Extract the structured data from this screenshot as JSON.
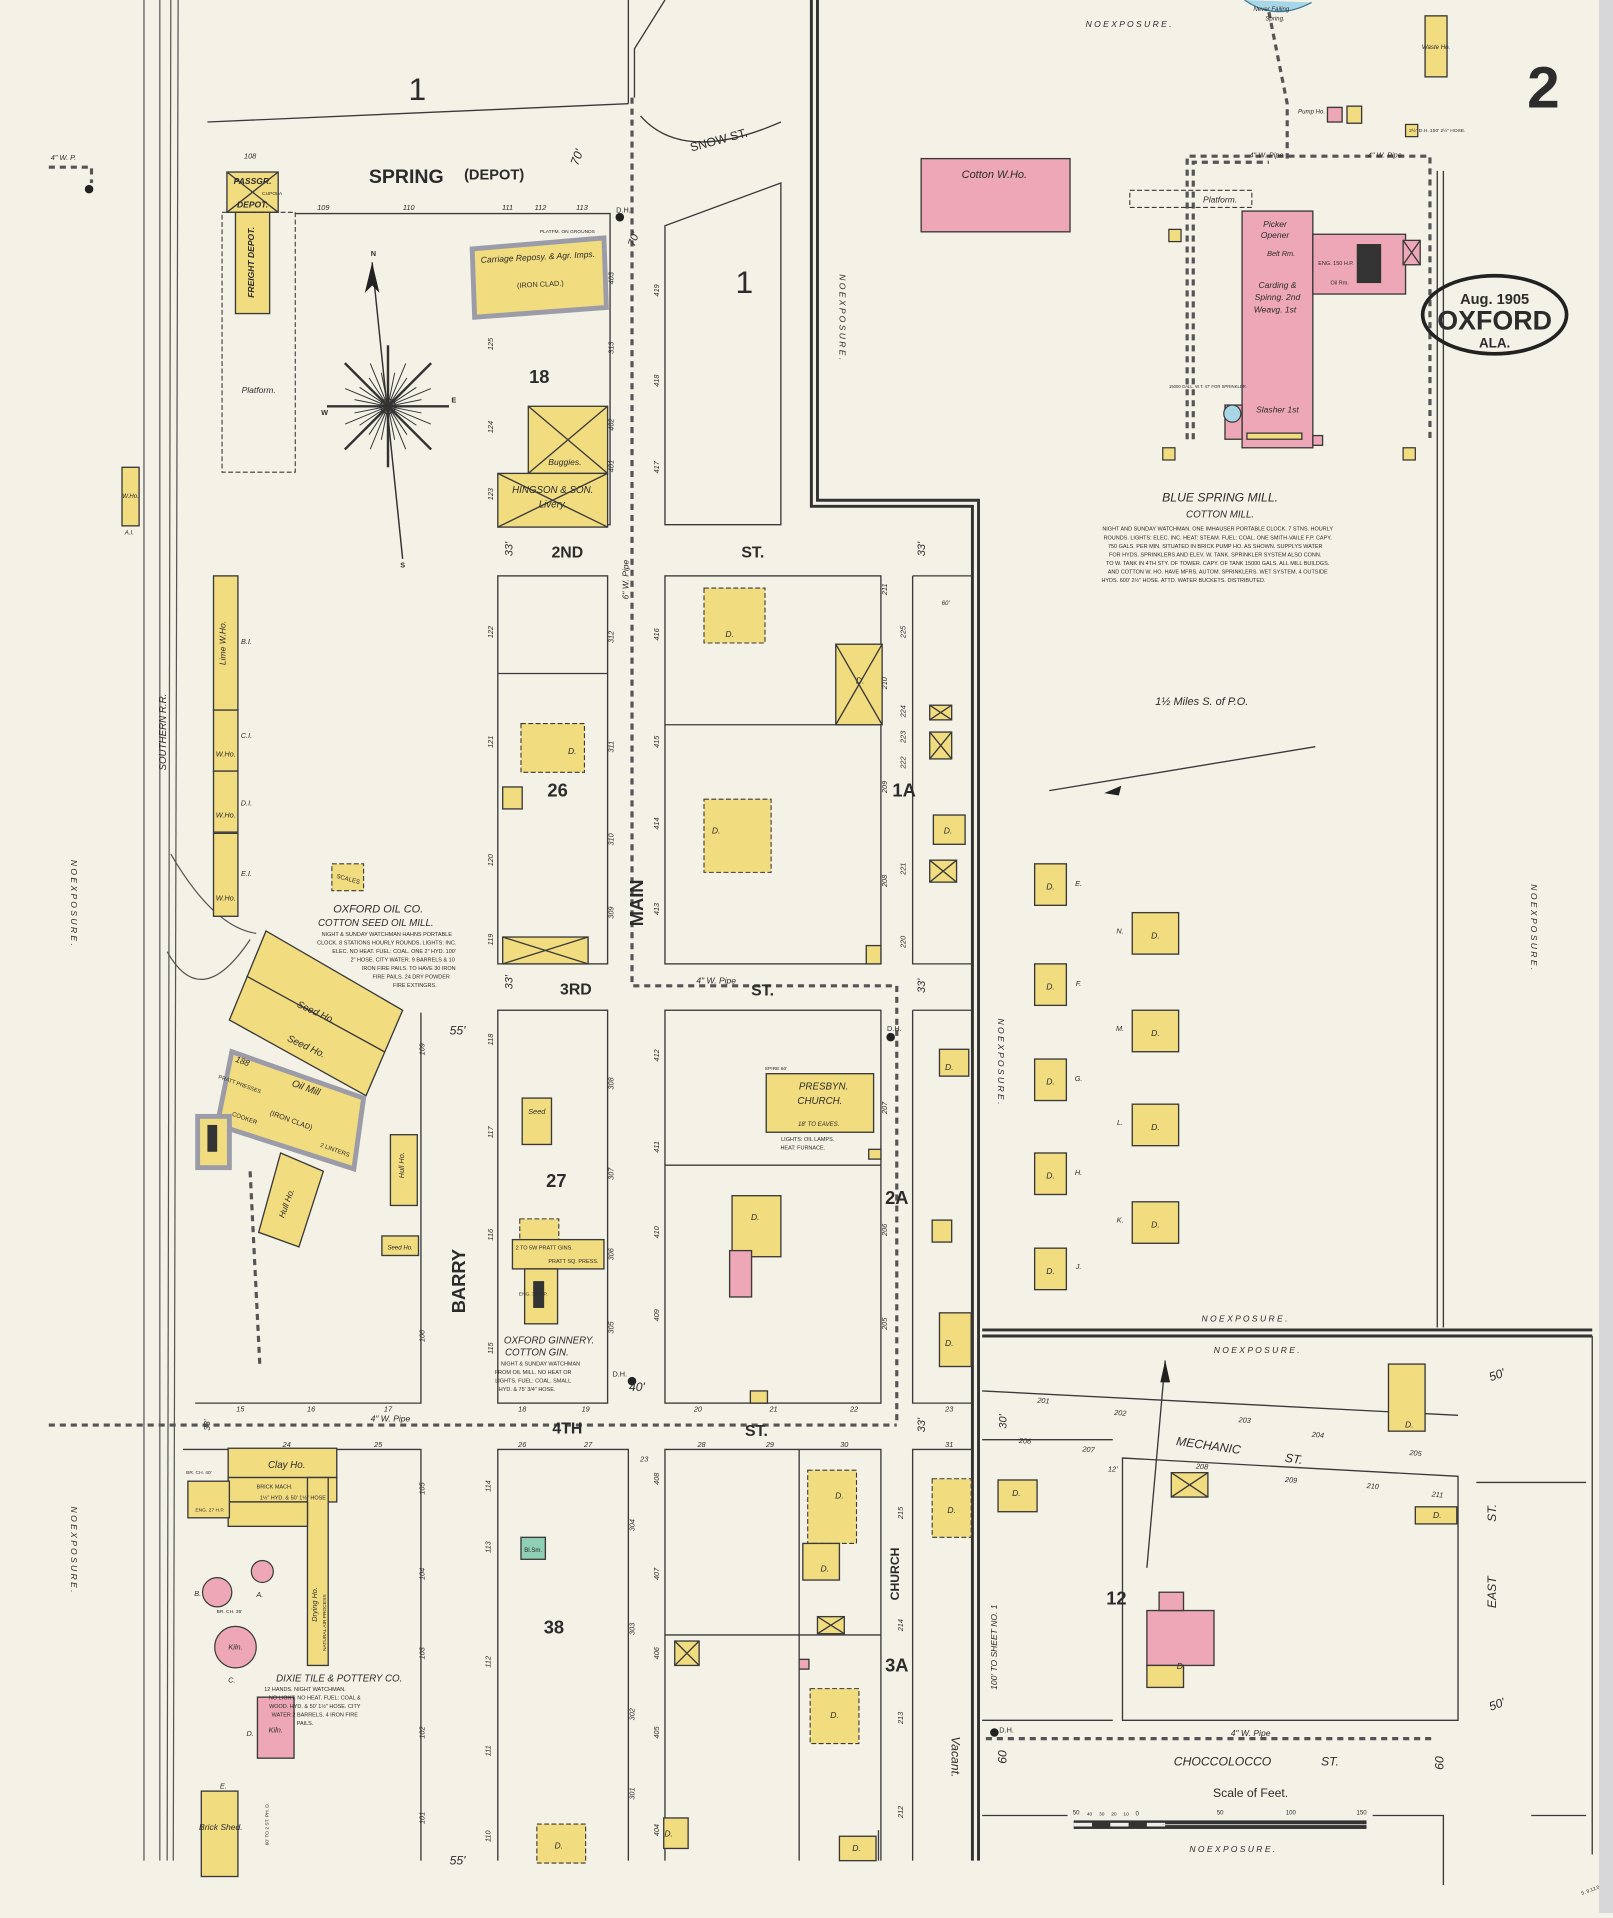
{
  "sheet_number": "2",
  "stamp": {
    "date": "Aug. 1905",
    "town": "OXFORD",
    "state": "ALA."
  },
  "colors": {
    "paper": "#f4f1e6",
    "frame": "#f2dc80",
    "brick": "#eda7b6",
    "iron_clad": "#9b9ca8",
    "water": "#a9d6e6",
    "stone": "#8fcfb5",
    "ink": "#2c2c2c"
  },
  "blocks": [
    "1",
    "1",
    "18",
    "26",
    "27",
    "38",
    "1A",
    "2A",
    "3A",
    "12"
  ],
  "streets": {
    "spring": "SPRING",
    "depot": "(DEPOT)",
    "snow": "SNOW ST.",
    "second": "2ND",
    "second_st": "ST.",
    "third": "3RD",
    "third_st": "ST.",
    "fourth": "4TH",
    "fourth_st": "ST.",
    "main": "MAIN",
    "barry": "BARRY",
    "church": "CHURCH",
    "mechanic": "MECHANIC",
    "mechanic_st": "ST.",
    "east": "EAST",
    "east_st": "ST.",
    "choccolocco": "CHOCCOLOCCO",
    "choccolocco_st": "ST.",
    "vacant": "Vacant.",
    "railroad": "SOUTHERN R.R."
  },
  "exposure": "N O   E X P O S U R E .",
  "to_sheet": "100' TO SHEET NO. 1",
  "distance_note": "1½ Miles S. of P.O.",
  "compass": {
    "n": "N",
    "e": "E",
    "s": "S",
    "w": "W"
  },
  "pipes": {
    "p4": "4\" W. Pipe",
    "p6": "6\" W. Pipe",
    "p4short": "4\" W. P."
  },
  "hydrant": "D.H.",
  "dwelling": "D.",
  "rowhouse_letters": [
    "E.",
    "F.",
    "G.",
    "H.",
    "J.",
    "N.",
    "M.",
    "L.",
    "K."
  ],
  "depot": {
    "passenger": "PASSGR.",
    "passenger2": "DEPOT.",
    "cupola": "CUPOLA",
    "freight": "FREIGHT DEPOT.",
    "platform": "Platform."
  },
  "carriage": {
    "name": "Carriage Reposy. & Agr. Imps.",
    "clad": "(IRON CLAD.)",
    "platform": "PLATFM. ON GROUNDS"
  },
  "livery": {
    "buggies": "Buggies.",
    "name": "HINGSON & SON.",
    "sub": "Livery."
  },
  "warehouses": {
    "w_ho": "W.Ho.",
    "lime": "Lime W.Ho.",
    "bi": "B.I.",
    "ci": "C.I.",
    "di": "D.I.",
    "ei": "E.I.",
    "a1": "A.I."
  },
  "oil_mill": {
    "scales": "SCALES",
    "name": "OXFORD OIL CO.",
    "type": "COTTON SEED OIL MILL.",
    "notes": [
      "NIGHT & SUNDAY WATCHMAN HAHNS PORTABLE",
      "CLOCK. 8 STATIONS HOURLY ROUNDS. LIGHTS: INC.",
      "ELEC. NO HEAT. FUEL: COAL. ONE 2\" HYD. 100'",
      "2\" HOSE. CITY WATER. 9 BARRELS & 10",
      "IRON FIRE PAILS. TO HAVE 30 IRON",
      "FIRE PAILS. 24 DRY POWDER",
      "FIRE EXTINGRS."
    ],
    "seed_ho": "Seed Ho.",
    "oil_mill": "Oil Mill",
    "clad": "(IRON CLAD)",
    "presses": "PRATT PRESSES",
    "cooker": "COOKER",
    "linters": "2 LINTERS",
    "hull_ho": "Hull Ho.",
    "seed_ho_small": "Seed Ho.",
    "count": "188"
  },
  "seed": "Seed",
  "ginnery": {
    "name": "OXFORD GINNERY.",
    "type": "COTTON GIN.",
    "gins": "2 TO 5W PRATT GINS.",
    "press": "PRATT SQ. PRESS.",
    "eng": "ENG. 30 H.P.",
    "notes": [
      "NIGHT & SUNDAY WATCHMAN",
      "FROM OIL MILL. NO HEAT OR",
      "LIGHTS. FUEL: COAL. SMALL",
      "HYD. & 75' 3/4\" HOSE."
    ]
  },
  "church": {
    "name": "PRESBYN.",
    "name2": "CHURCH.",
    "eaves": "18' TO EAVES.",
    "spire": "SPIRE 60'",
    "notes": [
      "LIGHTS: OIL LAMPS.",
      "HEAT: FURNACE."
    ]
  },
  "blacksmith": "Bl.Sm.",
  "dixie": {
    "clay": "Clay Ho.",
    "brick": "BRICK MACH.",
    "hyd": "1½\" HYD. & 50' 1½\" HOSE",
    "eng": "ENG. 27 H.P.",
    "chimney": "BR. CH. 40'",
    "chimney2": "BR. CH. 35'",
    "drying": "Drying Ho.",
    "air": "NATURAL AIR PROCESS",
    "kiln": "Kiln.",
    "shed": "Brick Shed.",
    "name": "DIXIE TILE & POTTERY CO.",
    "notes": [
      "12 HANDS. NIGHT WATCHMAN.",
      "NO LIGHT. NO HEAT. FUEL: COAL &",
      "WOOD. HYD. & 50' 1½\" HOSE. CITY",
      "WATER 2 BARRELS. 4 IRON FIRE",
      "PAILS."
    ],
    "letters": [
      "A.",
      "B.",
      "C.",
      "D.",
      "E."
    ],
    "dh": "60' TO 2 ST. PH. D."
  },
  "mill": {
    "cotton_wh": "Cotton W.Ho.",
    "platform": "Platform.",
    "picker": "Picker",
    "opener": "Opener",
    "belt": "Belt Rm.",
    "carding": "Carding &",
    "spinning": "Spinng. 2nd",
    "weaving": "Weavg. 1st",
    "slasher": "Slasher 1st",
    "eng": "ENG. 150 H.P.",
    "oil": "Oil Rm.",
    "tank": "15000 GALL. W.T. 47' FOR SPRINKLER.",
    "name": "BLUE SPRING MILL.",
    "type": "COTTON MILL.",
    "notes": [
      "NIGHT AND SUNDAY WATCHMAN. ONE IMHAUSER PORTABLE CLOCK. 7 STNS. HOURLY",
      "ROUNDS. LIGHTS: ELEC. INC. HEAT: STEAM. FUEL: COAL. ONE SMITH-VAILE F.P. CAPY.",
      "750 GALS. PER MIN. SITUATED IN BRICK PUMP HO. AS SHOWN. SUPPLYS WATER",
      "FOR HYDS. SPRINKLERS AND ELEV. W. TANK. SPRINKLER SYSTEM ALSO CONN.",
      "TO W. TANK IN 4TH STY. OF TOWER. CAPY. OF TANK 15000 GALS. ALL MILL BUILDGS.",
      "AND COTTON W. HO. HAVE MFRS. AUTOM. SPRINKLERS. WET SYSTEM. 4 OUTSIDE",
      "HYDS. 600' 2½\" HOSE. ATTD. WATER BUCKETS. DISTRIBUTED."
    ],
    "spring": "Never Failing",
    "spring2": "Spring.",
    "pump": "Pump Ho.",
    "waste": "Waste Ho.",
    "hydrant": "2½\" D.H. 150' 2½\" HOSE."
  },
  "scale": {
    "title": "Scale of Feet.",
    "ticks": [
      "50",
      "40",
      "30",
      "20",
      "10",
      "0",
      "50",
      "100",
      "150"
    ]
  },
  "corner_note": "5. 9.12.05",
  "widths": [
    "70'",
    "70'",
    "33'",
    "33'",
    "33'",
    "33'",
    "33'",
    "55'",
    "55'",
    "50'",
    "50'",
    "60",
    "60",
    "40'",
    "30'",
    "12'",
    "60'",
    "33'"
  ],
  "lot_numbers": [
    "108",
    "109",
    "110",
    "111",
    "112",
    "113",
    "125",
    "124",
    "123",
    "403",
    "313",
    "402",
    "401",
    "122",
    "121",
    "120",
    "119",
    "312",
    "311",
    "310",
    "309",
    "419",
    "418",
    "417",
    "416",
    "415",
    "414",
    "413",
    "211",
    "210",
    "209",
    "208",
    "225",
    "224",
    "223",
    "222",
    "221",
    "220",
    "118",
    "117",
    "116",
    "115",
    "308",
    "307",
    "306",
    "305",
    "412",
    "411",
    "410",
    "409",
    "207",
    "206",
    "205",
    "109",
    "106",
    "15",
    "16",
    "17",
    "18",
    "19",
    "20",
    "21",
    "22",
    "23",
    "24",
    "25",
    "26",
    "27",
    "28",
    "29",
    "30",
    "31",
    "23",
    "105",
    "104",
    "103",
    "102",
    "101",
    "114",
    "113",
    "112",
    "111",
    "110",
    "304",
    "303",
    "302",
    "301",
    "408",
    "407",
    "406",
    "405",
    "404",
    "215",
    "214",
    "213",
    "212",
    "201",
    "202",
    "203",
    "204",
    "205",
    "206",
    "207",
    "208",
    "209",
    "210",
    "211"
  ]
}
